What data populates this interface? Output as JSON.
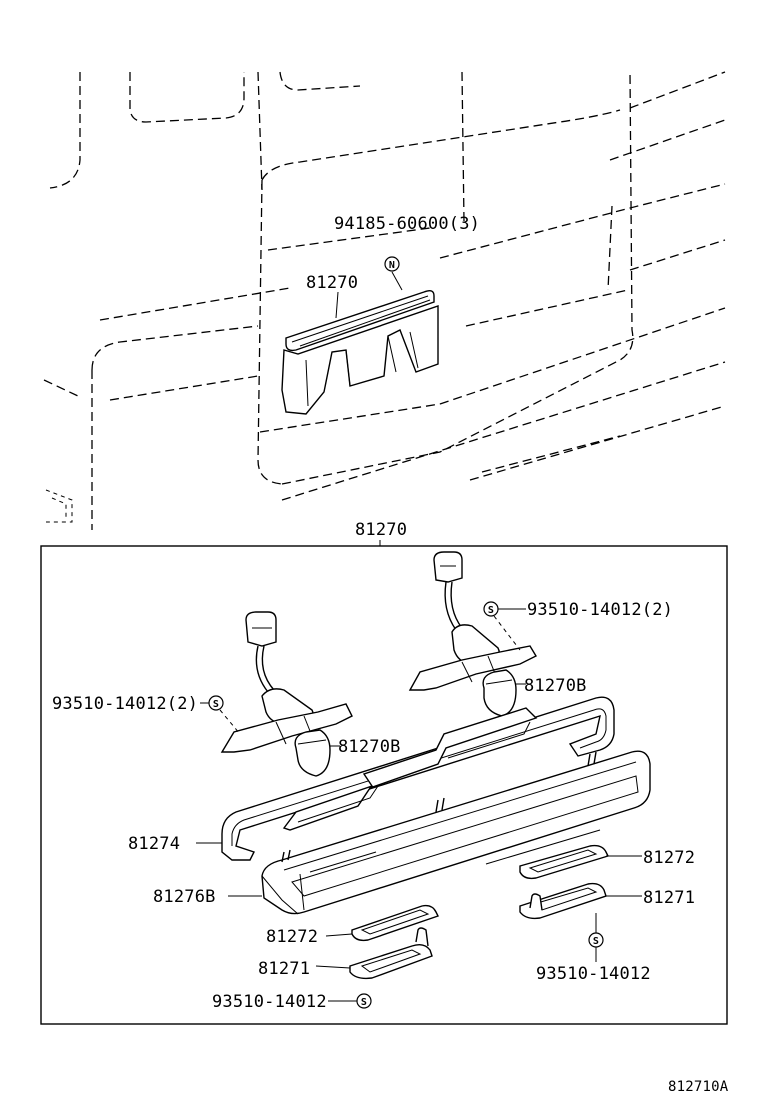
{
  "diagram": {
    "callouts": {
      "bolt_top": "94185-60600(3)",
      "lamp_assy_top": "81270",
      "lamp_assy_box": "81270",
      "screw_right": "93510-14012(2)",
      "bulb_right": "81270B",
      "screw_left": "93510-14012(2)",
      "bulb_left": "81270B",
      "gasket_outer": "81274",
      "housing": "81276B",
      "lens_gasket_left": "81272",
      "lens_left": "81271",
      "screw_bottom_left": "93510-14012",
      "lens_gasket_right": "81272",
      "lens_right": "81271",
      "screw_bottom_right": "93510-14012"
    },
    "symbols": {
      "nut": "N",
      "screw": "S"
    },
    "figure_code": "812710A"
  }
}
